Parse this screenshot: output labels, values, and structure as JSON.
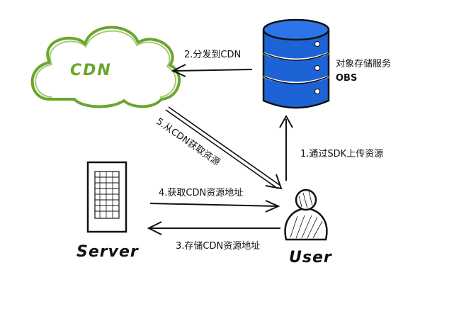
{
  "nodes": {
    "cdn": "CDN",
    "obs_line1": "对象存储服务",
    "obs_line2": "OBS",
    "server": "Server",
    "user": "User"
  },
  "edges": {
    "e1": "1.通过SDK上传资源",
    "e2": "2.分发到CDN",
    "e3": "3.存储CDN资源地址",
    "e4": "4.获取CDN资源地址",
    "e5": "5.从CDN获取资源"
  },
  "colors": {
    "cloud": "#6aa62e",
    "database": "#1e63d6",
    "stroke": "#111111"
  }
}
